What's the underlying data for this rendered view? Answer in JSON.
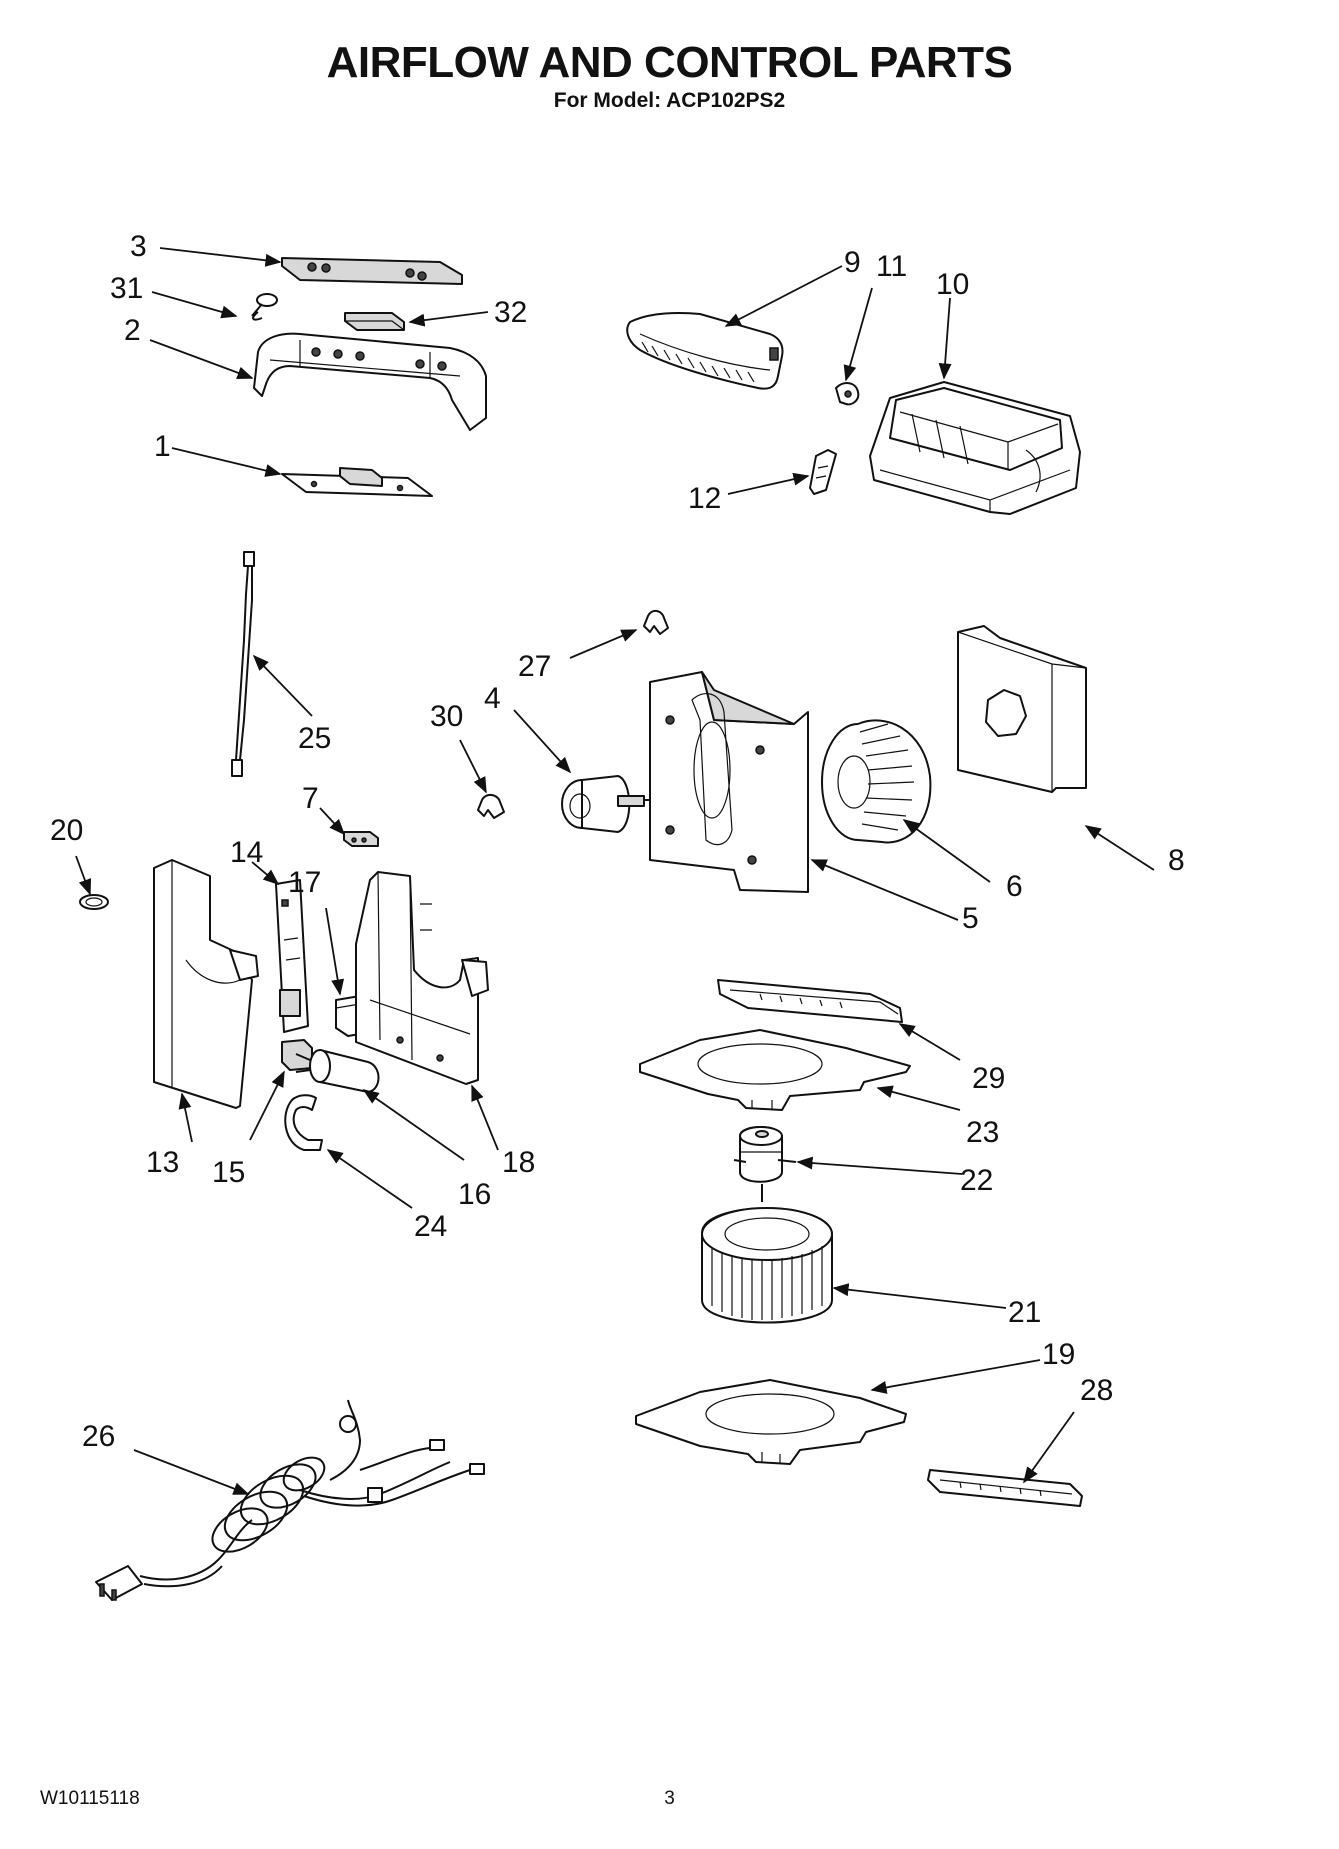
{
  "header": {
    "title": "AIRFLOW AND CONTROL PARTS",
    "subtitle": "For Model: ACP102PS2"
  },
  "footer": {
    "doc_number": "W10115118",
    "page_number": "3"
  },
  "callouts": {
    "c1": "1",
    "c2": "2",
    "c3": "3",
    "c4": "4",
    "c5": "5",
    "c6": "6",
    "c7": "7",
    "c8": "8",
    "c9": "9",
    "c10": "10",
    "c11": "11",
    "c12": "12",
    "c13": "13",
    "c14": "14",
    "c15": "15",
    "c16": "16",
    "c17": "17",
    "c18": "18",
    "c19": "19",
    "c20": "20",
    "c21": "21",
    "c22": "22",
    "c23": "23",
    "c24": "24",
    "c25": "25",
    "c26": "26",
    "c27": "27",
    "c28": "28",
    "c29": "29",
    "c30": "30",
    "c31": "31",
    "c32": "32"
  }
}
